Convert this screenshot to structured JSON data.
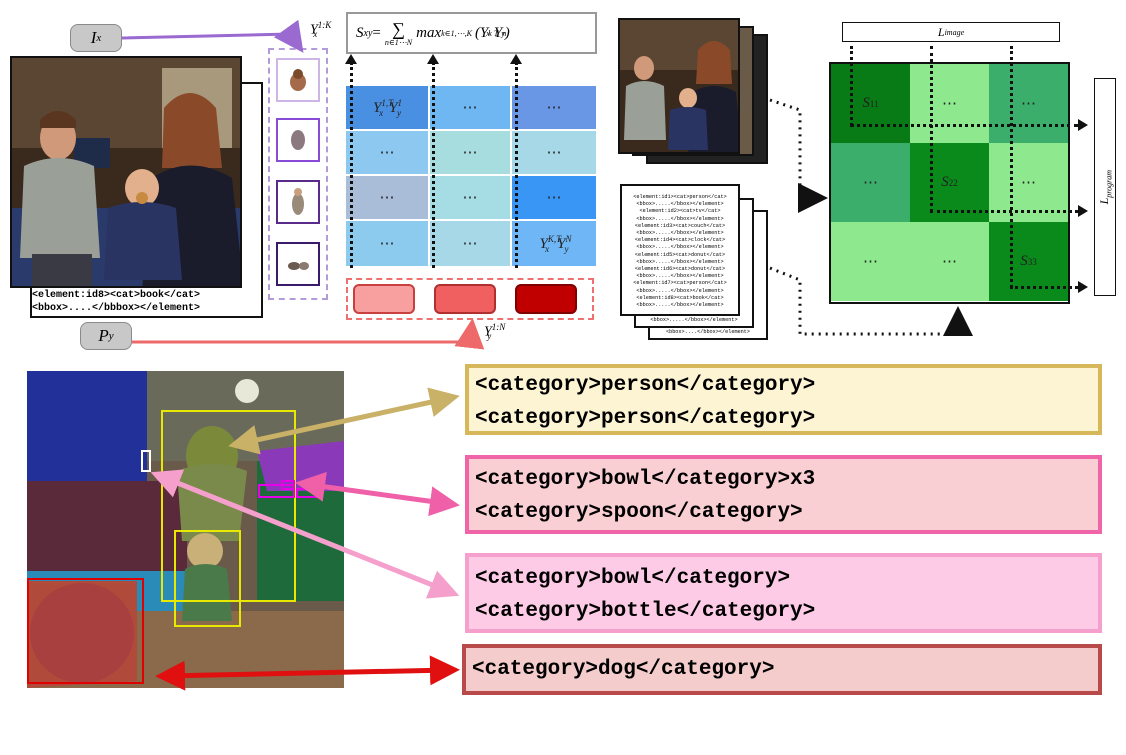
{
  "labels": {
    "ix": "I",
    "ix_sub": "x",
    "py": "P",
    "py_sub": "y",
    "yx_top": "Y",
    "yx_top_sub": "x",
    "yx_top_sup": "1:K",
    "yy_bottom": "Y",
    "yy_bottom_sub": "y",
    "yy_bottom_sup": "1:N"
  },
  "formula": {
    "lhs": "S",
    "lhs_sub": "xy",
    "eq": " = ",
    "sum": "∑",
    "sum_sub": "n∈1⋯N",
    "max": "max",
    "max_sub": "k∈1,⋯,K",
    "term": "(Y",
    "term_sub": "x",
    "term_sup": "k T",
    "term2": "Y",
    "term2_sub": "y",
    "term2_sup": "n",
    "close": ")"
  },
  "score_grid": {
    "top_left": "Y",
    "top_left_sup": "1,T",
    "top_left_sub": "x",
    "top_left_2": "Y",
    "top_left_2_sup": "1",
    "top_left_2_sub": "y",
    "ellipsis": "⋯",
    "bottom_right": "Y",
    "bottom_right_sup": "K,T",
    "bottom_right_sub": "x",
    "bottom_right_2": "Y",
    "bottom_right_2_sup": "N",
    "bottom_right_2_sub": "y",
    "colors": [
      "#4a90e2",
      "#6fb7f2",
      "#6a96e6",
      "#8cc8f0",
      "#a8dde0",
      "#a6d8e8",
      "#a9bcd8",
      "#a6dce4",
      "#3a96f5",
      "#8ccbee",
      "#a6d8e8",
      "#6eb6f5"
    ]
  },
  "image_caption": {
    "line1": "<element:id8><cat>book</cat>",
    "line2": "<bbox>....</bbbox></element>"
  },
  "program_doc": {
    "lines": [
      "<element:id1><cat>person</cat>",
      "<bbox>.....</bbox></element>",
      "<element:id2><cat>tv</cat>",
      "<bbox>.....</bbox></element>",
      "<element:id3><cat>couch</cat>",
      "<bbox>.....</bbox></element>",
      "<element:id4><cat>clock</cat>",
      "<bbox>.....</bbox></element>",
      "<element:id5><cat>donut</cat>",
      "<bbox>.....</bbox></element>",
      "<element:id6><cat>donut</cat>",
      "<bbox>.....</bbox></element>",
      "<element:id7><cat>person</cat>",
      "<bbox>.....</bbox></element>",
      "<element:id8><cat>book</cat>",
      "<bbox>.....</bbox></element>"
    ],
    "back_line": "<bbox>....</bbox></element>",
    "back_line2": "<bbox>.....</bbox></element>"
  },
  "loss": {
    "image": "L",
    "image_sub": "image",
    "program": "L",
    "program_sub": "program"
  },
  "matrix": {
    "s11": "S",
    "s11_sub": "11",
    "s22": "S",
    "s22_sub": "22",
    "s33": "S",
    "s33_sub": "33",
    "ellipsis": "⋯",
    "colors": [
      "#087a16",
      "#8ee88e",
      "#3aae6a",
      "#3aae6a",
      "#0a8a1a",
      "#8ee88e",
      "#8ee88e",
      "#8ee88e",
      "#0a8a1a"
    ]
  },
  "categories": [
    {
      "line1": "<category>person</category>",
      "line2": "<category>person</category>",
      "fill": "#fdf4d4",
      "border": "#d6b75a"
    },
    {
      "line1": "<category>bowl</category>x3",
      "line2": "<category>spoon</category>",
      "fill": "#f9cfd4",
      "border": "#f065a8"
    },
    {
      "line1": "<category>bowl</category>",
      "line2": "<category>bottle</category>",
      "fill": "#fdcbe6",
      "border": "#f5a0cc"
    },
    {
      "line1": "<category>dog</category>",
      "line2": "",
      "fill": "#f5cccc",
      "border": "#b84a4a"
    }
  ]
}
